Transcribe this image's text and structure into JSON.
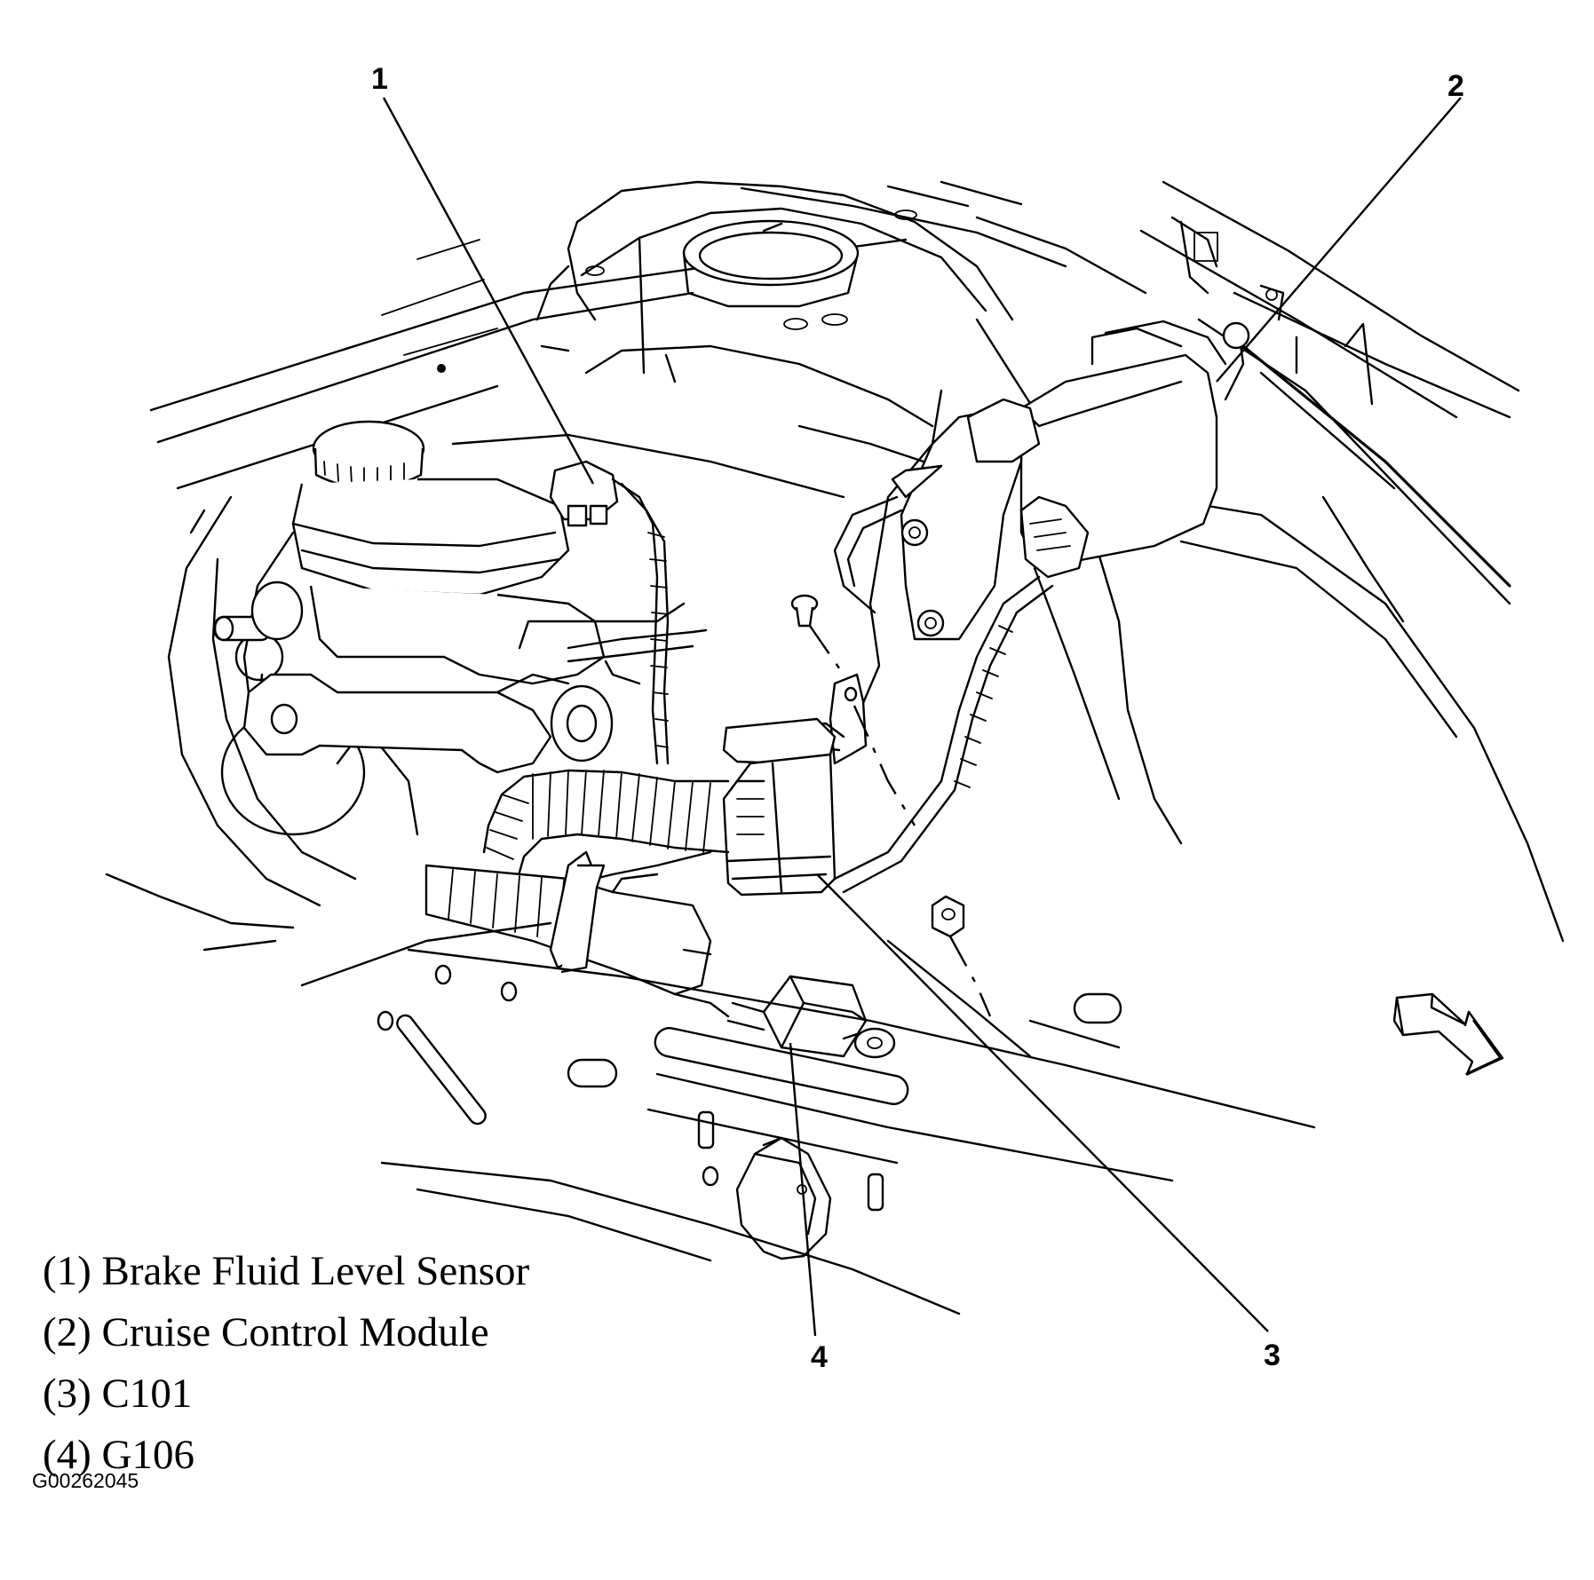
{
  "callouts": [
    {
      "number": "1",
      "label": "Brake Fluid Level Sensor"
    },
    {
      "number": "2",
      "label": "Cruise Control Module"
    },
    {
      "number": "3",
      "label": "C101"
    },
    {
      "number": "4",
      "label": "G106"
    }
  ],
  "legend": [
    "(1) Brake Fluid Level Sensor",
    "(2) Cruise Control Module",
    "(3) C101",
    "(4) G106"
  ],
  "figure_id": "G00262045",
  "icons": {
    "direction_arrow": "front-direction-arrow-icon"
  }
}
